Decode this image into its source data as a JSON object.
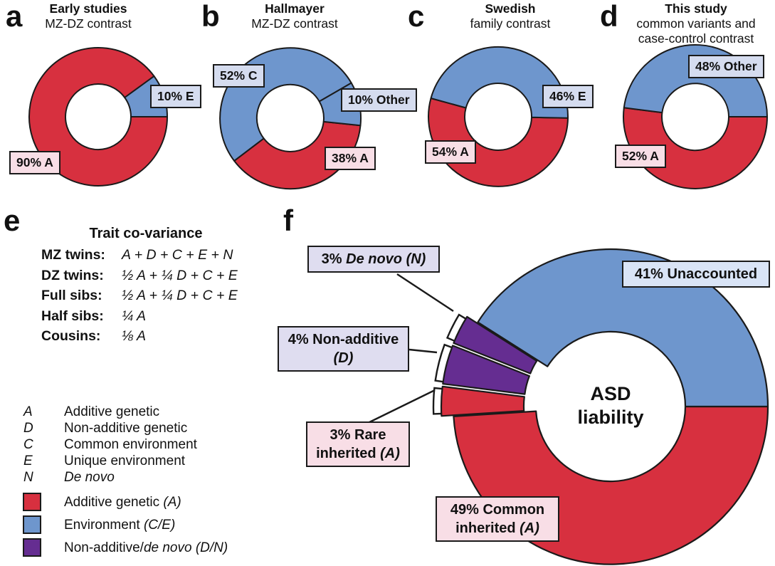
{
  "letters": [
    "a",
    "b",
    "c",
    "d",
    "e",
    "f"
  ],
  "colors": {
    "red": "#D7303F",
    "blue": "#6E96CD",
    "purple": "#652D91",
    "outline": "#1a1a1a",
    "label_pink": "#F8DEE6",
    "label_blue": "#D5DCEF",
    "label_blue_pale": "#D9E4F6",
    "label_lavender": "#DFDDF0"
  },
  "chart_data": [
    {
      "panel": "a",
      "type": "donut",
      "unit": "%",
      "title": "Early studies",
      "subtitle_lines": [
        "MZ-DZ contrast"
      ],
      "start_angle": 90,
      "slices": [
        {
          "label": "90% A",
          "value": 90,
          "color": "red"
        },
        {
          "label": "10% E",
          "value": 10,
          "color": "blue"
        }
      ]
    },
    {
      "panel": "b",
      "type": "donut",
      "unit": "%",
      "title": "Hallmayer",
      "subtitle_lines": [
        "MZ-DZ contrast"
      ],
      "start_angle": 96,
      "slices": [
        {
          "label": "38% A",
          "value": 38,
          "color": "red"
        },
        {
          "label": "52% C",
          "value": 52,
          "color": "blue"
        },
        {
          "label": "10% Other",
          "value": 10,
          "color": "blue"
        }
      ]
    },
    {
      "panel": "c",
      "type": "donut",
      "unit": "%",
      "title": "Swedish",
      "subtitle_lines": [
        "family contrast"
      ],
      "start_angle": 91,
      "slices": [
        {
          "label": "54% A",
          "value": 54,
          "color": "red"
        },
        {
          "label": "46% E",
          "value": 46,
          "color": "blue"
        }
      ]
    },
    {
      "panel": "d",
      "type": "donut",
      "unit": "%",
      "title": "This study",
      "subtitle_lines": [
        "common variants and",
        "case-control contrast"
      ],
      "start_angle": 90,
      "slices": [
        {
          "label": "52% A",
          "value": 52,
          "color": "red"
        },
        {
          "label": "48% Other",
          "value": 48,
          "color": "blue"
        }
      ]
    },
    {
      "panel": "f",
      "type": "donut",
      "unit": "%",
      "center_label_lines": [
        "ASD",
        "liability"
      ],
      "start_angle": 90,
      "slices": [
        {
          "label": "49% Common inherited (A)",
          "value": 49,
          "color": "red",
          "exploded": false,
          "label_lines": [
            [
              {
                "t": "49% Common"
              }
            ],
            [
              {
                "t": "inherited "
              },
              {
                "t": "(A)",
                "i": true
              }
            ]
          ]
        },
        {
          "label": "3% Rare inherited (A)",
          "value": 3,
          "color": "red",
          "exploded": true,
          "label_lines": [
            [
              {
                "t": "3% Rare"
              }
            ],
            [
              {
                "t": "inherited "
              },
              {
                "t": "(A)",
                "i": true
              }
            ]
          ]
        },
        {
          "label": "4% Non-additive (D)",
          "value": 4,
          "color": "purple",
          "exploded": true,
          "label_lines": [
            [
              {
                "t": "4% Non-additive"
              }
            ],
            [
              {
                "t": "(D)",
                "i": true
              }
            ]
          ]
        },
        {
          "label": "3% De novo (N)",
          "value": 3,
          "color": "purple",
          "exploded": true,
          "label_lines": [
            [
              {
                "t": "3% "
              },
              {
                "t": "De novo (N)",
                "i": true
              }
            ]
          ]
        },
        {
          "label": "41% Unaccounted",
          "value": 41,
          "color": "blue",
          "exploded": false,
          "label_lines": [
            [
              {
                "t": "41% Unaccounted"
              }
            ]
          ]
        }
      ]
    }
  ],
  "covariance": {
    "title": "Trait co-variance",
    "rows": [
      {
        "label": "MZ twins:",
        "formula": "A + D + C + E + N"
      },
      {
        "label": "DZ twins:",
        "formula": "½ A + ¼ D + C + E"
      },
      {
        "label": "Full sibs:",
        "formula": "½ A + ¼ D + C + E"
      },
      {
        "label": "Half sibs:",
        "formula": "¼ A"
      },
      {
        "label": "Cousins:",
        "formula": "⅛ A"
      }
    ]
  },
  "variable_legend": [
    {
      "symbol": "A",
      "name": "Additive genetic"
    },
    {
      "symbol": "D",
      "name": "Non-additive genetic"
    },
    {
      "symbol": "C",
      "name": "Common environment"
    },
    {
      "symbol": "E",
      "name": "Unique environment"
    },
    {
      "symbol": "N",
      "name": "De novo"
    }
  ],
  "color_legend": [
    {
      "color": "#D7303F",
      "segments": [
        {
          "t": "Additive genetic "
        },
        {
          "t": "(A)",
          "i": true
        }
      ]
    },
    {
      "color": "#6E96CD",
      "segments": [
        {
          "t": "Environment "
        },
        {
          "t": "(C/E)",
          "i": true
        }
      ]
    },
    {
      "color": "#652D91",
      "segments": [
        {
          "t": "Non-additive/"
        },
        {
          "t": "de novo (D/N)",
          "i": true
        }
      ]
    }
  ]
}
